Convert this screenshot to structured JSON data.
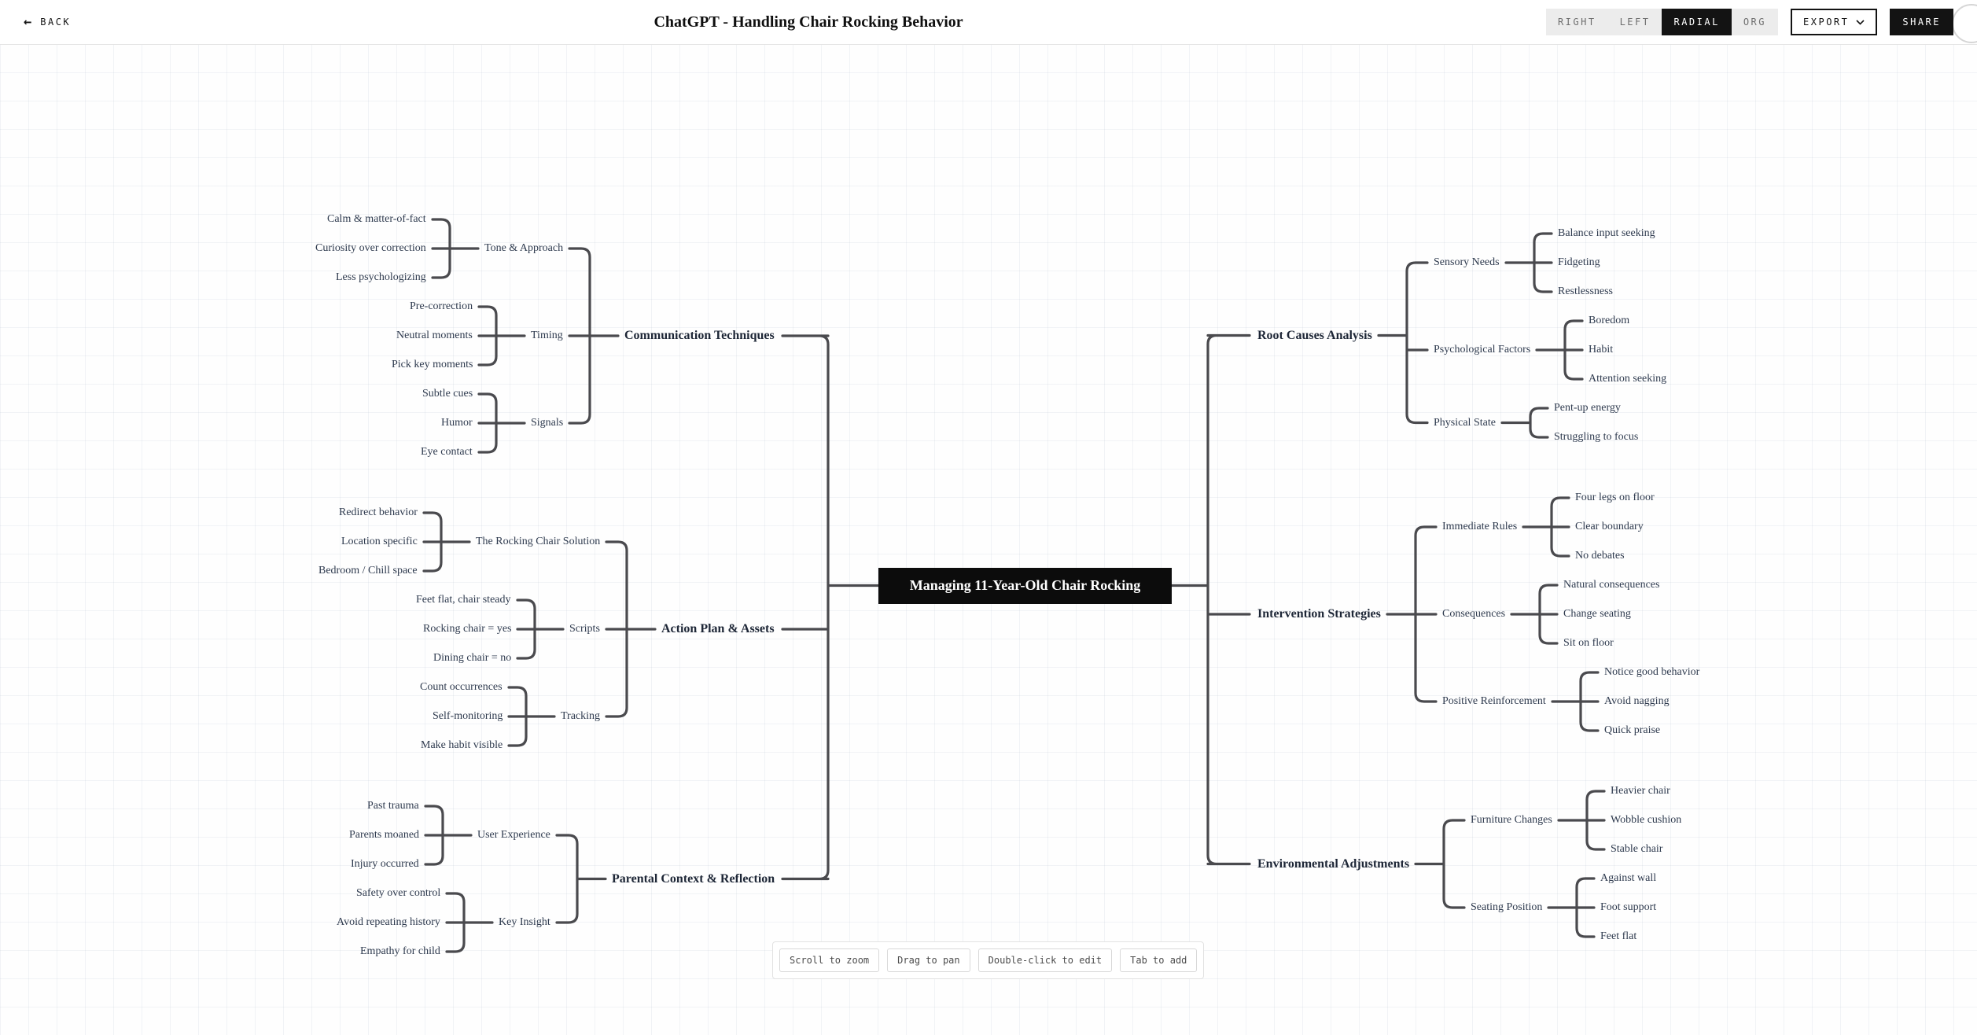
{
  "header": {
    "back": "BACK",
    "title": "ChatGPT - Handling Chair Rocking Behavior",
    "modes": [
      {
        "label": "RIGHT",
        "active": false
      },
      {
        "label": "LEFT",
        "active": false
      },
      {
        "label": "RADIAL",
        "active": true
      },
      {
        "label": "ORG",
        "active": false
      }
    ],
    "export": "EXPORT",
    "share": "SHARE"
  },
  "hints": [
    "Scroll to zoom",
    "Drag to pan",
    "Double-click to edit",
    "Tab to add"
  ],
  "map": {
    "root": "Managing 11-Year-Old Chair Rocking",
    "sides": [
      {
        "side": "left",
        "branches": [
          {
            "label": "Communication Techniques",
            "groups": [
              {
                "label": "Tone & Approach",
                "leaves": [
                  "Calm & matter-of-fact",
                  "Curiosity over correction",
                  "Less psychologizing"
                ]
              },
              {
                "label": "Timing",
                "leaves": [
                  "Pre-correction",
                  "Neutral moments",
                  "Pick key moments"
                ]
              },
              {
                "label": "Signals",
                "leaves": [
                  "Subtle cues",
                  "Humor",
                  "Eye contact"
                ]
              }
            ]
          },
          {
            "label": "Action Plan & Assets",
            "groups": [
              {
                "label": "The Rocking Chair Solution",
                "leaves": [
                  "Redirect behavior",
                  "Location specific",
                  "Bedroom / Chill space"
                ]
              },
              {
                "label": "Scripts",
                "leaves": [
                  "Feet flat, chair steady",
                  "Rocking chair = yes",
                  "Dining chair = no"
                ]
              },
              {
                "label": "Tracking",
                "leaves": [
                  "Count occurrences",
                  "Self-monitoring",
                  "Make habit visible"
                ]
              }
            ]
          },
          {
            "label": "Parental Context & Reflection",
            "groups": [
              {
                "label": "User Experience",
                "leaves": [
                  "Past trauma",
                  "Parents moaned",
                  "Injury occurred"
                ]
              },
              {
                "label": "Key Insight",
                "leaves": [
                  "Safety over control",
                  "Avoid repeating history",
                  "Empathy for child"
                ]
              }
            ]
          }
        ]
      },
      {
        "side": "right",
        "branches": [
          {
            "label": "Root Causes Analysis",
            "groups": [
              {
                "label": "Sensory Needs",
                "leaves": [
                  "Balance input seeking",
                  "Fidgeting",
                  "Restlessness"
                ]
              },
              {
                "label": "Psychological Factors",
                "leaves": [
                  "Boredom",
                  "Habit",
                  "Attention seeking"
                ]
              },
              {
                "label": "Physical State",
                "leaves": [
                  "Pent-up energy",
                  "Struggling to focus"
                ]
              }
            ]
          },
          {
            "label": "Intervention Strategies",
            "groups": [
              {
                "label": "Immediate Rules",
                "leaves": [
                  "Four legs on floor",
                  "Clear boundary",
                  "No debates"
                ]
              },
              {
                "label": "Consequences",
                "leaves": [
                  "Natural consequences",
                  "Change seating",
                  "Sit on floor"
                ]
              },
              {
                "label": "Positive Reinforcement",
                "leaves": [
                  "Notice good behavior",
                  "Avoid nagging",
                  "Quick praise"
                ]
              }
            ]
          },
          {
            "label": "Environmental Adjustments",
            "groups": [
              {
                "label": "Furniture Changes",
                "leaves": [
                  "Heavier chair",
                  "Wobble cushion",
                  "Stable chair"
                ]
              },
              {
                "label": "Seating Position",
                "leaves": [
                  "Against wall",
                  "Foot support",
                  "Feet flat"
                ]
              }
            ]
          }
        ]
      }
    ]
  },
  "colors": {
    "accent": "#131313",
    "line": "#4a4a4e",
    "node_text": "#2e3a4e",
    "branch_text": "#1d2636",
    "root_bg": "#0c0c0c",
    "root_text": "#ffffff"
  }
}
